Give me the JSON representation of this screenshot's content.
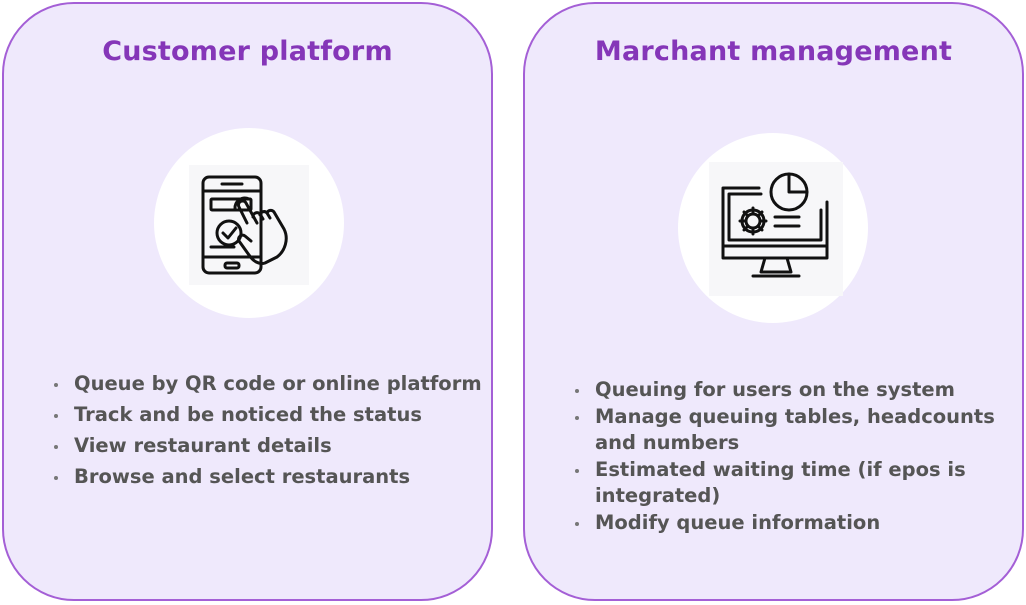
{
  "customer": {
    "title": "Customer platform",
    "icon": "phone-touch-check-icon",
    "items": [
      "Queue by QR code or online platform",
      "Track and be noticed the status",
      "View restaurant details",
      "Browse and select restaurants"
    ]
  },
  "merchant": {
    "title": "Marchant management",
    "icon": "monitor-settings-chart-icon",
    "items": [
      "Queuing for users on the system",
      "Manage queuing tables, headcounts and numbers",
      "Estimated waiting time (if epos is integrated)",
      "Modify queue information"
    ]
  },
  "colors": {
    "card_background": "#efe9fc",
    "card_border": "#a45fd6",
    "title": "#8536b8",
    "text": "#555555"
  }
}
